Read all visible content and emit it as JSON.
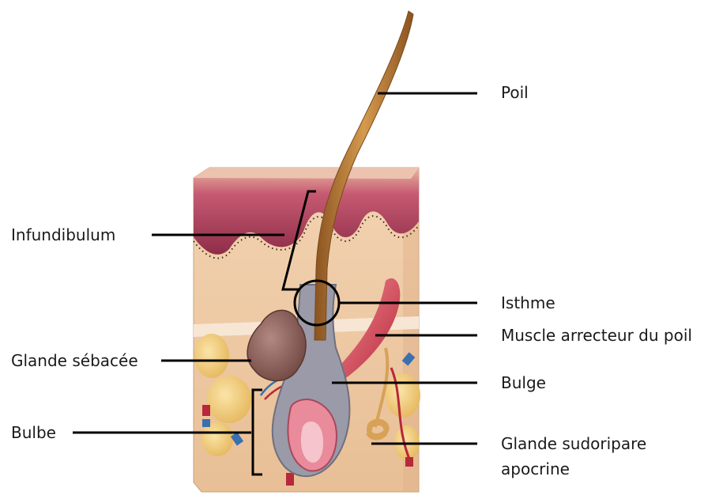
{
  "labels": {
    "poil": "Poil",
    "infundibulum": "Infundibulum",
    "isthme": "Isthme",
    "muscle": "Muscle arrecteur du poil",
    "glande_sebacee": "Glande sébacée",
    "bulge": "Bulge",
    "bulbe": "Bulbe",
    "glande_sudoripare_line1": "Glande sudoripare",
    "glande_sudoripare_line2": "apocrine"
  },
  "colors": {
    "epidermis": "#a33a55",
    "dermis": "#eec9a2",
    "hair": "#b9772f",
    "muscle": "#d64a58",
    "sebaceous": "#8a5a55",
    "fat": "#efc977",
    "follicle": "#8a8a98",
    "leader": "#000000"
  }
}
